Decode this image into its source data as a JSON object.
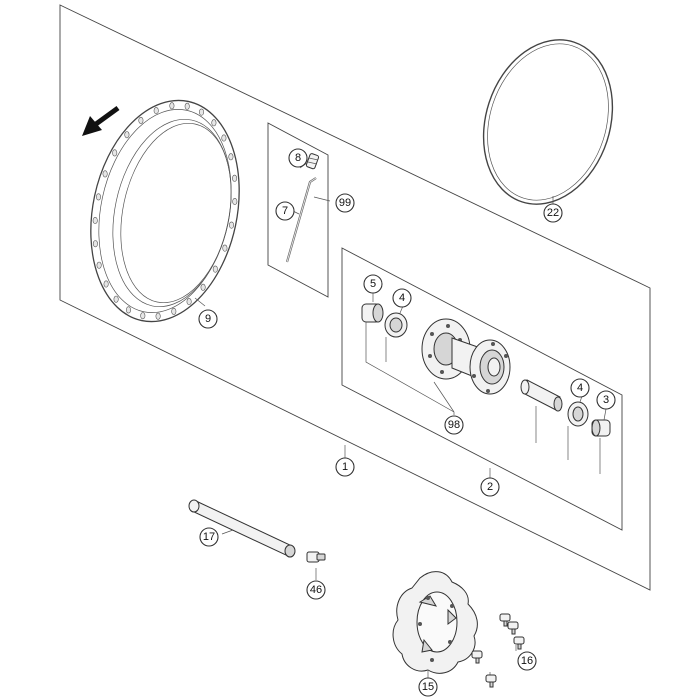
{
  "diagram": {
    "callouts": [
      "1",
      "2",
      "3",
      "4",
      "4",
      "5",
      "7",
      "8",
      "9",
      "15",
      "16",
      "17",
      "22",
      "46",
      "98",
      "99"
    ],
    "rotation_arrow_icon": "arrow-icon"
  }
}
